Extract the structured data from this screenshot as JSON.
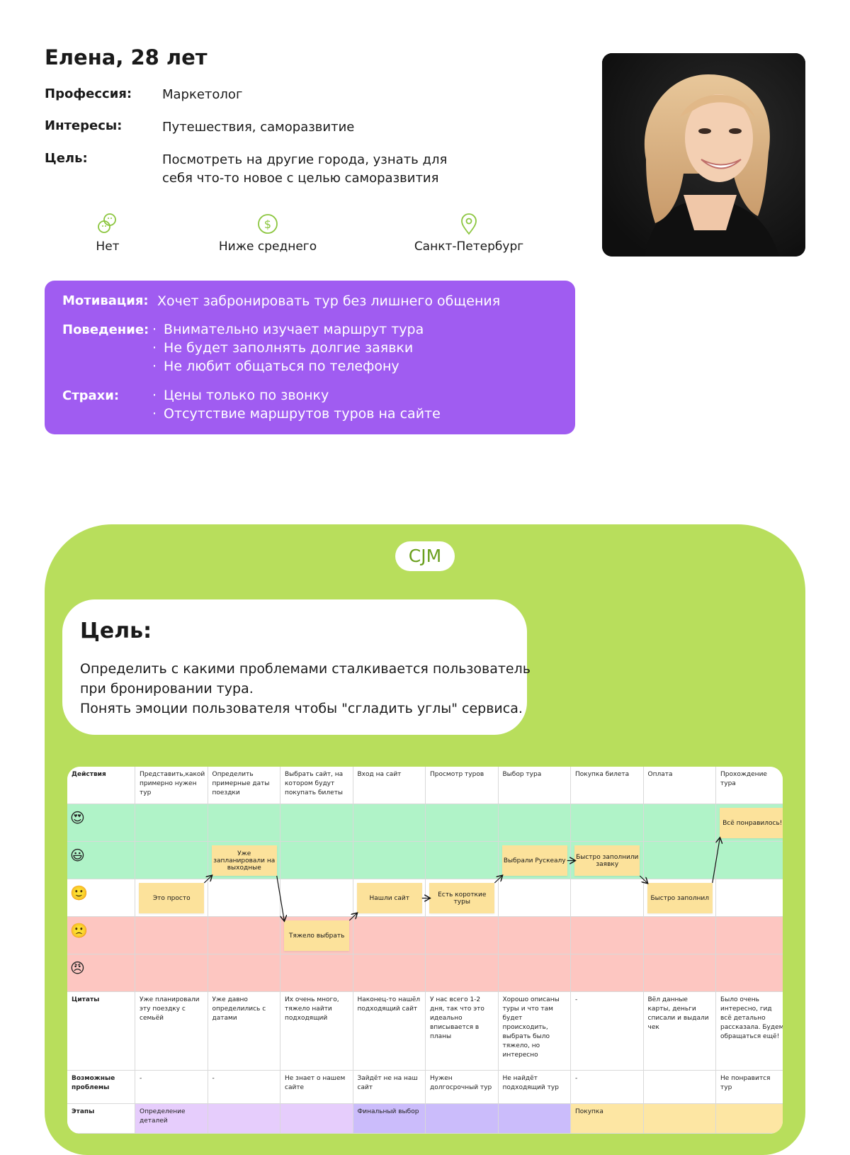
{
  "persona": {
    "name": "Елена, 28 лет",
    "profession_label": "Профессия:",
    "profession": "Маркетолог",
    "interests_label": "Интересы:",
    "interests": "Путешествия, саморазвитие",
    "goal_label": "Цель:",
    "goal_line1": "Посмотреть на другие города, узнать для",
    "goal_line2": "себя что-то новое с целью саморазвития",
    "stats": [
      {
        "icon": "children-icon",
        "label": "Нет"
      },
      {
        "icon": "dollar-icon",
        "label": "Ниже среднего"
      },
      {
        "icon": "location-pin-icon",
        "label": "Санкт-Петербург"
      }
    ]
  },
  "profile_card": {
    "motivation_label": "Мотивация:",
    "motivation": "Хочет забронировать тур без лишнего общения",
    "behavior_label": "Поведение:",
    "behavior": [
      "Внимательно изучает маршрут тура",
      "Не будет заполнять долгие заявки",
      "Не любит общаться по телефону"
    ],
    "fears_label": "Страхи:",
    "fears": [
      "Цены только по звонку",
      "Отсутствие маршрутов туров на сайте"
    ]
  },
  "cjm": {
    "badge": "CJM",
    "goal_title": "Цель:",
    "goal_line1": "Определить с какими проблемами сталкивается пользователь",
    "goal_line2": "при бронировании тура.",
    "goal_line3": "Понять эмоции пользователя чтобы \"сгладить углы\" сервиса.",
    "table": {
      "actions_label": "Действия",
      "actions": [
        "Представить,какой примерно нужен тур",
        "Определить примерные даты поездки",
        "Выбрать сайт, на котором будут покупать билеты",
        "Вход на сайт",
        "Просмотр туров",
        "Выбор тура",
        "Покупка билета",
        "Оплата",
        "Прохождение тура"
      ],
      "emotions": [
        "😍",
        "😃",
        "🙂",
        "🙁",
        "😠"
      ],
      "stickies": [
        {
          "col": 0,
          "row": 2,
          "text": "Это просто"
        },
        {
          "col": 1,
          "row": 1,
          "text": "Уже запланировали на выходные"
        },
        {
          "col": 2,
          "row": 3,
          "text": "Тяжело выбрать"
        },
        {
          "col": 3,
          "row": 2,
          "text": "Нашли сайт"
        },
        {
          "col": 4,
          "row": 2,
          "text": "Есть короткие туры"
        },
        {
          "col": 5,
          "row": 1,
          "text": "Выбрали Рускеалу"
        },
        {
          "col": 6,
          "row": 1,
          "text": "Быстро заполнили заявку"
        },
        {
          "col": 7,
          "row": 2,
          "text": "Быстро заполнил"
        },
        {
          "col": 8,
          "row": 0,
          "text": "Всё понравилось!"
        }
      ],
      "quotes_label": "Цитаты",
      "quotes": [
        "Уже планировали эту поездку с семьёй",
        "Уже давно определились с датами",
        "Их очень много, тяжело найти подходящий",
        "Наконец-то нашёл подходящий сайт",
        "У нас всего 1-2 дня, так что это идеально вписывается в планы",
        "Хорошо описаны туры и что там будет происходить, выбрать было тяжело, но интересно",
        "-",
        "Вёл данные карты, деньги списали и выдали чек",
        "Было очень интересно, гид всё детально рассказала. Будем обращаться ещё!"
      ],
      "problems_label": "Возможные проблемы",
      "problems": [
        "-",
        "-",
        "Не знает о нашем сайте",
        "Зайдёт не на наш сайт",
        "Нужен долгосрочный тур",
        "Не найдёт подходящий тур",
        "-",
        "",
        "Не понравится тур"
      ],
      "stages_label": "Этапы",
      "stages": [
        {
          "span": 2,
          "text": "Определение деталей",
          "color": "#e6cdfc"
        },
        {
          "span": 1,
          "text": "",
          "color": "#e6cdfc"
        },
        {
          "span": 3,
          "text": "Финальный выбор",
          "color": "#cbbcfb"
        },
        {
          "span": 3,
          "text": "Покупка",
          "color": "#fde6a3"
        }
      ],
      "row_colors": {
        "positive": "#b0f3c8",
        "neutral": "#ffffff",
        "negative": "#fdc6c1"
      }
    }
  }
}
